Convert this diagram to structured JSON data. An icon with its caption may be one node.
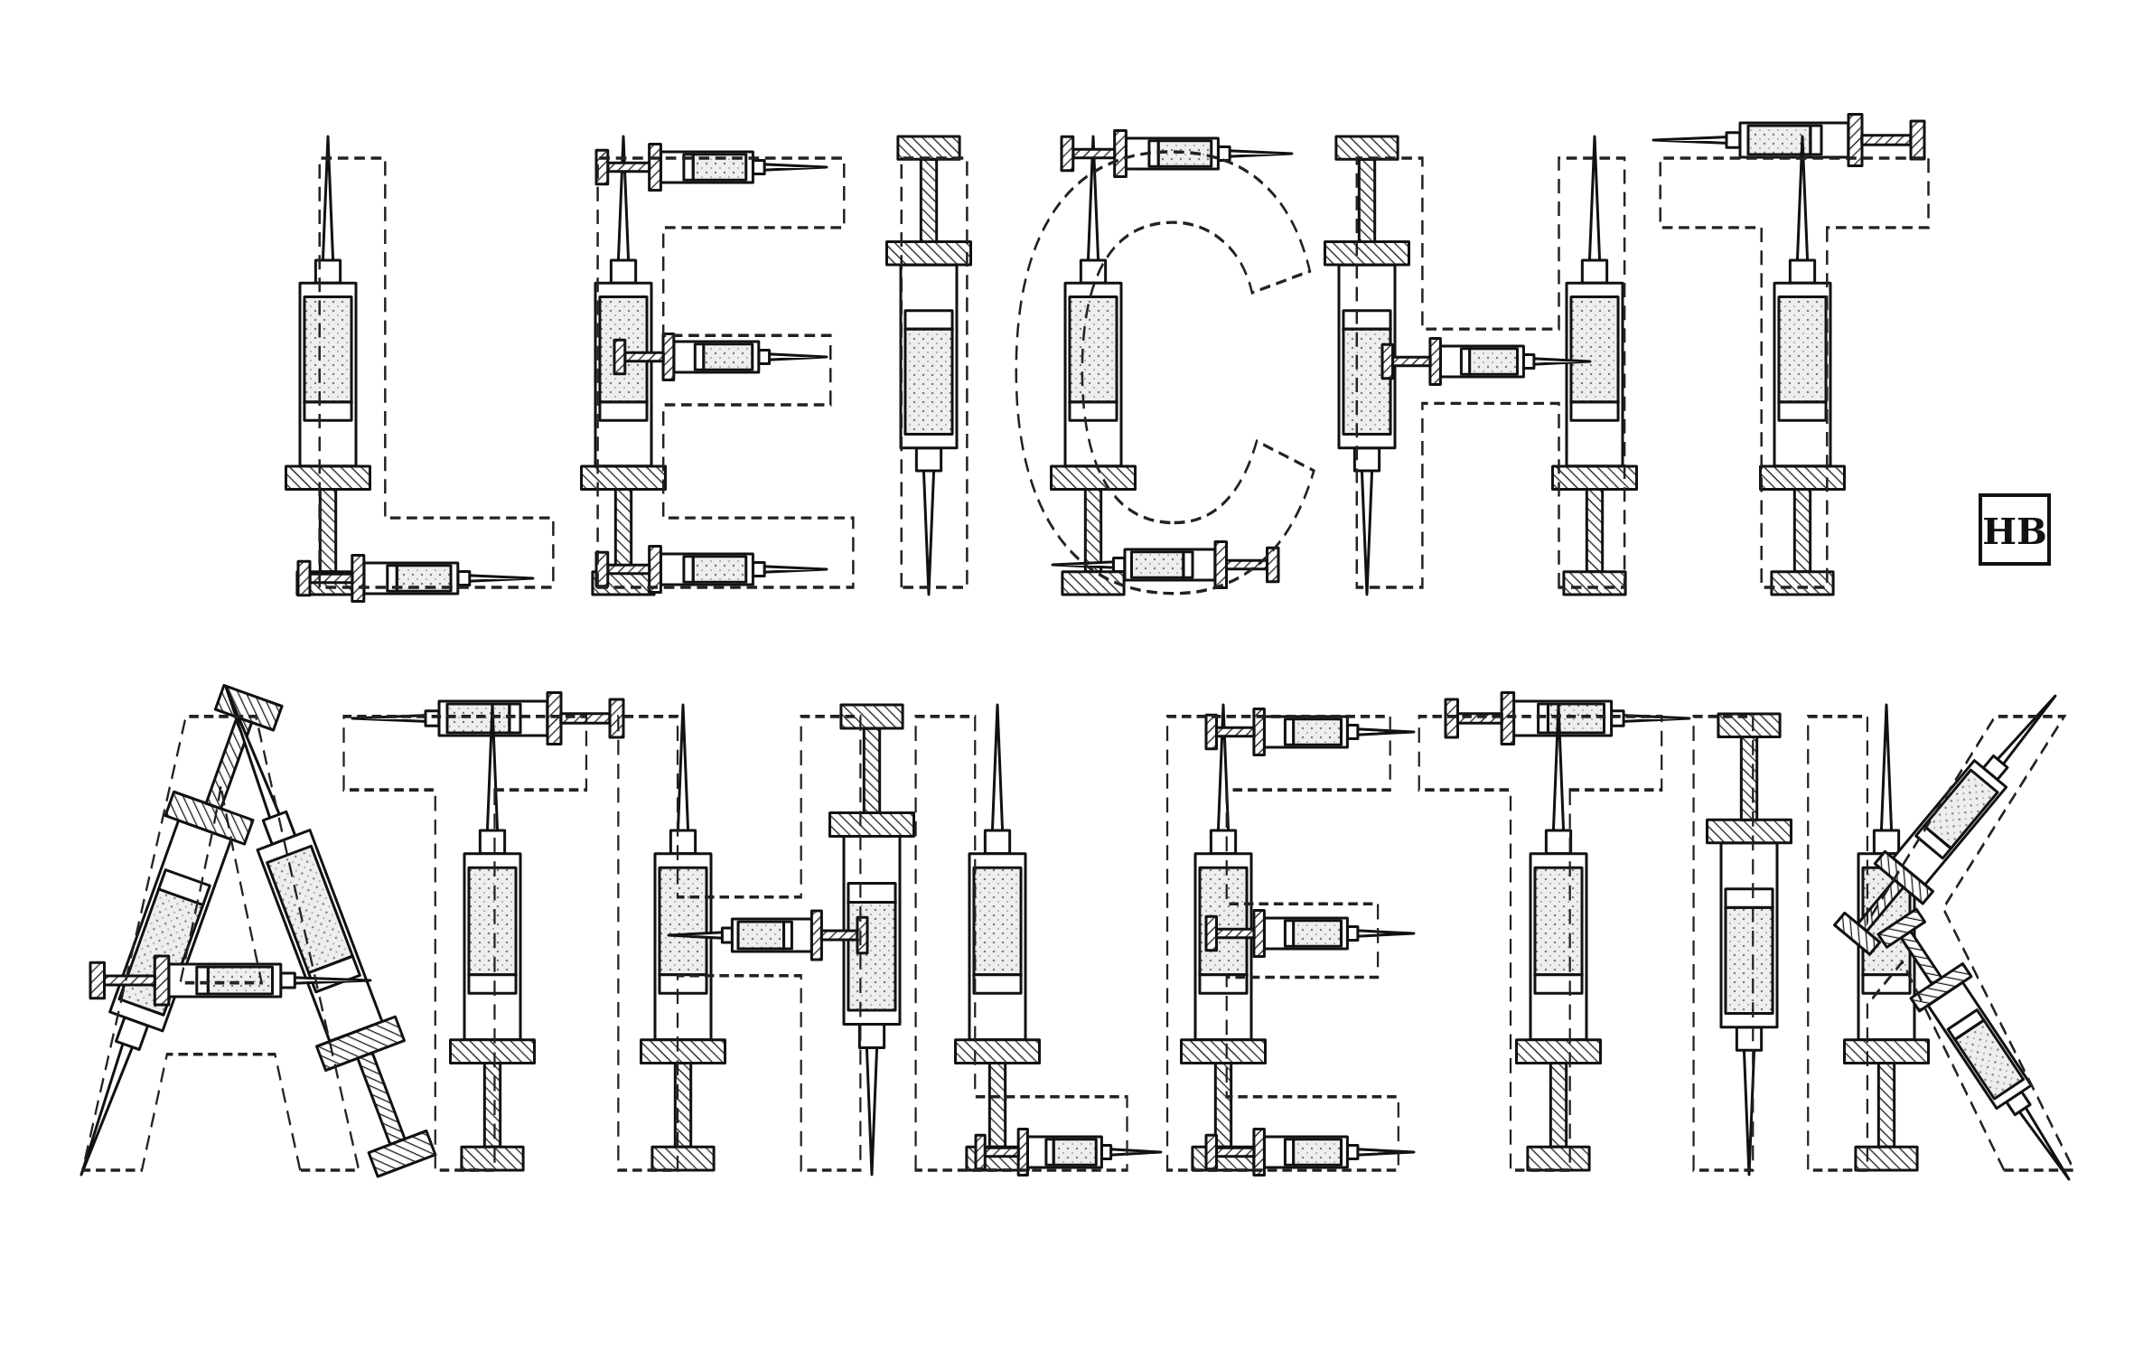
{
  "diagram": {
    "labels": [
      "LEICHT",
      "ATHLETIK",
      "HB"
    ]
  }
}
